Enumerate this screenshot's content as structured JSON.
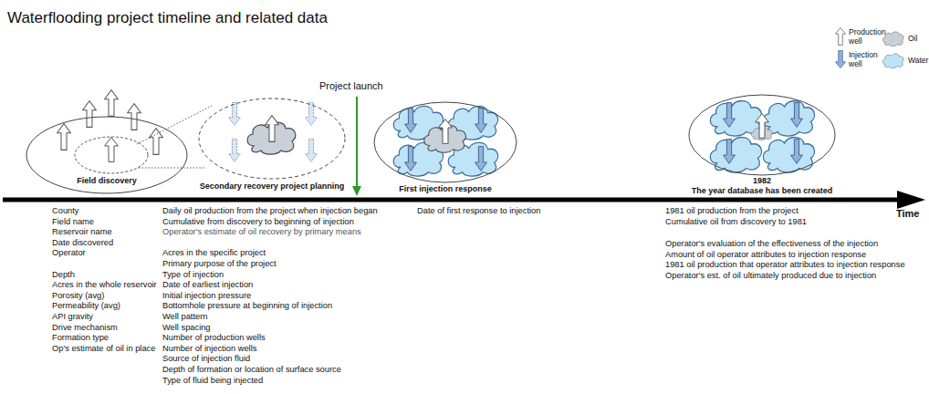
{
  "diagram": {
    "title": "Waterflooding project timeline and related data",
    "nodes": [
      {
        "text": [
          "Field discovery"
        ]
      },
      {
        "text": [
          "Secondary recovery project planning"
        ]
      },
      {
        "text": [
          "First injection response"
        ]
      },
      {
        "text": [
          "1982",
          "The year database has been created"
        ]
      }
    ],
    "labels": [
      "Project launch",
      "County",
      "Field name",
      "Reservoir name",
      "Date discovered",
      "Operator",
      "Depth",
      "Acres in the whole reservoir",
      "Porosity (avg)",
      "Permeability (avg)",
      "API gravity",
      "Drive mechanism",
      "Formation type",
      "Op's estimate of oil in place",
      "Daily oil production from the project when injection began",
      "Cumulative from discovery to beginning of injection",
      "Operator's estimate of oil recovery by primary means",
      "Acres in the specific project",
      "Primary purpose of the project",
      "Type of injection",
      "Date of earliest injection",
      "Initial injection pressure",
      "Bottomhole pressure at beginning of injection",
      "Well pattern",
      "Well spacing",
      "Number of production wells",
      "Number of injection wells",
      "Source of injection fluid",
      "Depth of formation or location of surface source",
      "Type of fluid being injected",
      "Date of first response to injection",
      "1981 oil production from the project",
      "Cumulative oil from discovery to 1981",
      "Operator's evaluation of the effectiveness of the injection",
      "Amount of oil operator attributes to injection response",
      "1981 oil production that operator attributes to injection response",
      "Operator's est. of oil ultimately produced due to injection",
      "Time"
    ],
    "legend": [
      {
        "text": "Production well"
      },
      {
        "text": "Injection well"
      },
      {
        "text": "Oil",
        "color": "#c9d0d8"
      },
      {
        "text": "Water",
        "color": "#bfe4f7"
      }
    ]
  }
}
